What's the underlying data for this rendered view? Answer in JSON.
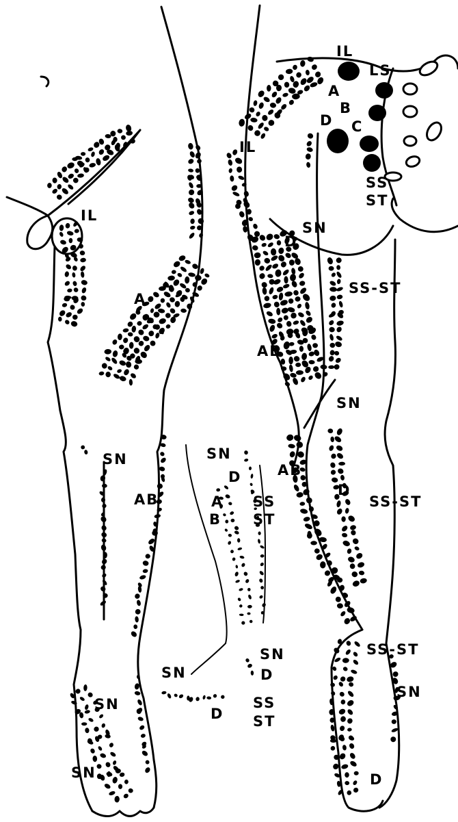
{
  "colors": {
    "ink": "#000000",
    "paper": "#ffffff"
  },
  "labels": {
    "front_il": "IL",
    "front_a": "A",
    "front_knee_sn": "SN",
    "front_leg_ab": "AB",
    "front_foot_sn1": "SN",
    "front_foot_sn2": "SN",
    "side_sn_top": "SN",
    "side_d": "D",
    "side_a": "A",
    "side_b": "B",
    "side_ss": "SS",
    "side_st": "ST",
    "side_foot_sn": "SN",
    "side_foot_d": "D",
    "side_heel_sn": "SN",
    "side_heel_d": "D",
    "side_heel_ss": "SS",
    "side_heel_st": "ST",
    "back_il_top": "IL",
    "back_ls": "LS",
    "back_a": "A",
    "back_b": "B",
    "back_c": "C",
    "back_d": "D",
    "back_ss": "SS",
    "back_st": "ST",
    "back_il_thigh": "IL",
    "back_sn_hip": "SN",
    "back_d_hip": "D",
    "back_ss_st_thigh": "SS-ST",
    "back_ab_thigh": "AB",
    "back_sn_knee": "SN",
    "back_ab_calf": "AB",
    "back_d_calf": "D",
    "back_ss_st_calf": "SS-ST",
    "back_ss_st_ankle": "SS-ST",
    "back_sn_foot": "SN",
    "back_d_foot": "D"
  }
}
